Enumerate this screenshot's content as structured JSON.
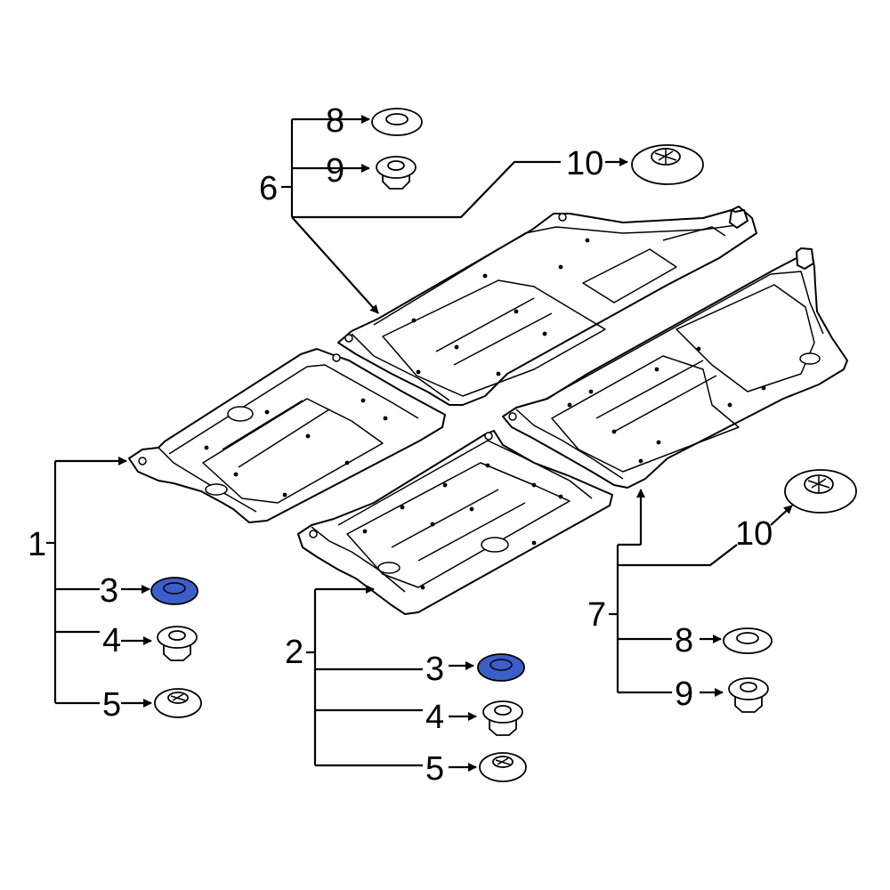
{
  "callouts": {
    "c1": "1",
    "c2": "2",
    "c3a": "3",
    "c3b": "3",
    "c4a": "4",
    "c4b": "4",
    "c5a": "5",
    "c5b": "5",
    "c6": "6",
    "c7": "7",
    "c8a": "8",
    "c8b": "8",
    "c9a": "9",
    "c9b": "9",
    "c10a": "10",
    "c10b": "10"
  },
  "highlight_color": "#3b5ec9",
  "highlighted_part": "3"
}
